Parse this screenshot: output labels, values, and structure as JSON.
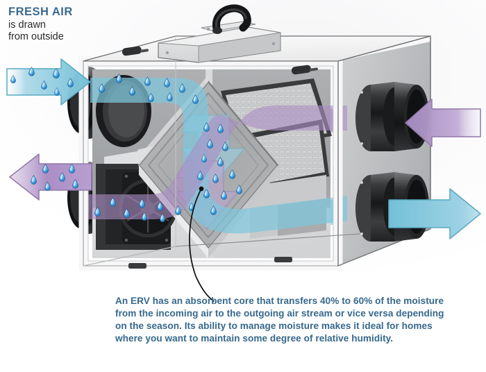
{
  "page": {
    "kind": "erv-energy-recovery-ventilator-cutaway-diagram",
    "background_color": "#f4f4f5"
  },
  "header": {
    "title": "FRESH AIR",
    "subtitle_line_1": "is drawn",
    "subtitle_line_2": "from outside",
    "title_color": "#3a6a8e",
    "subtitle_color": "#2b2b2d"
  },
  "caption": {
    "text": "An ERV has an absorbent core that transfers 40% to 60% of the moisture from the incoming air to the outgoing air stream or vice versa depending on the season. Its ability to manage moisture makes it ideal for homes where you want to maintain some degree of relative humidity.",
    "color": "#35688c",
    "leader_line_color": "#000000"
  },
  "palette": {
    "fresh_air_cyan": "#7ec6dc",
    "fresh_air_cyan_dark": "#5fb3cd",
    "exhaust_purple": "#ab8ec4",
    "exhaust_purple_light": "#c3aed6",
    "droplet_blue": "#2f8fd8",
    "droplet_blue_light": "#9fd4f3",
    "cabinet_white": "#fafafa",
    "cabinet_gray": "#b9bbbd",
    "duct_black": "#2a2a2c",
    "core_gray": "#a9abad",
    "filter_gray": "#cfd0d1",
    "outline": "#4a4a4c"
  },
  "airflows": [
    {
      "id": "fresh-air-in",
      "label": "Fresh air in (outdoor supply)",
      "color": "#7ec6dc",
      "direction": "right",
      "side": "left-upper",
      "has_droplets": true
    },
    {
      "id": "exhaust-air-out",
      "label": "Exhaust air out (to outside)",
      "color": "#ab8ec4",
      "direction": "left",
      "side": "left-lower",
      "has_droplets": true
    },
    {
      "id": "stale-air-in",
      "label": "Stale indoor air in",
      "color": "#ab8ec4",
      "direction": "left",
      "side": "right-upper",
      "has_droplets": false
    },
    {
      "id": "supply-air-out",
      "label": "Conditioned supply air to house",
      "color": "#7ec6dc",
      "direction": "right",
      "side": "right-lower",
      "has_droplets": false
    },
    {
      "id": "core-cross-cyan",
      "label": "Fresh air stream through core",
      "color": "#9ccfe0",
      "direction": "down-right",
      "side": "core",
      "has_droplets": true
    },
    {
      "id": "core-cross-purple",
      "label": "Exhaust air stream through core",
      "color": "#bca5d0",
      "direction": "down-right",
      "side": "core",
      "has_droplets": true
    }
  ],
  "unit_parts": [
    {
      "id": "cabinet",
      "label": "ERV cabinet enclosure"
    },
    {
      "id": "junction-box",
      "label": "Electrical junction box with conduit"
    },
    {
      "id": "conduit-loop",
      "label": "Flexible conduit loop"
    },
    {
      "id": "core",
      "label": "Absorbent enthalpy core (diamond)"
    },
    {
      "id": "filter-panel-upper",
      "label": "Air filter panel"
    },
    {
      "id": "filter-panel-lower",
      "label": "Air filter panel"
    },
    {
      "id": "blower-fan-left",
      "label": "Blower fan"
    },
    {
      "id": "duct-collar-left-upper",
      "label": "Duct collar"
    },
    {
      "id": "duct-collar-left-lower",
      "label": "Duct collar"
    },
    {
      "id": "duct-collar-right-upper",
      "label": "Duct collar"
    },
    {
      "id": "duct-collar-right-lower",
      "label": "Duct collar"
    },
    {
      "id": "latch-top-left",
      "label": "Cabinet latch"
    },
    {
      "id": "latch-top-right",
      "label": "Cabinet latch"
    }
  ]
}
